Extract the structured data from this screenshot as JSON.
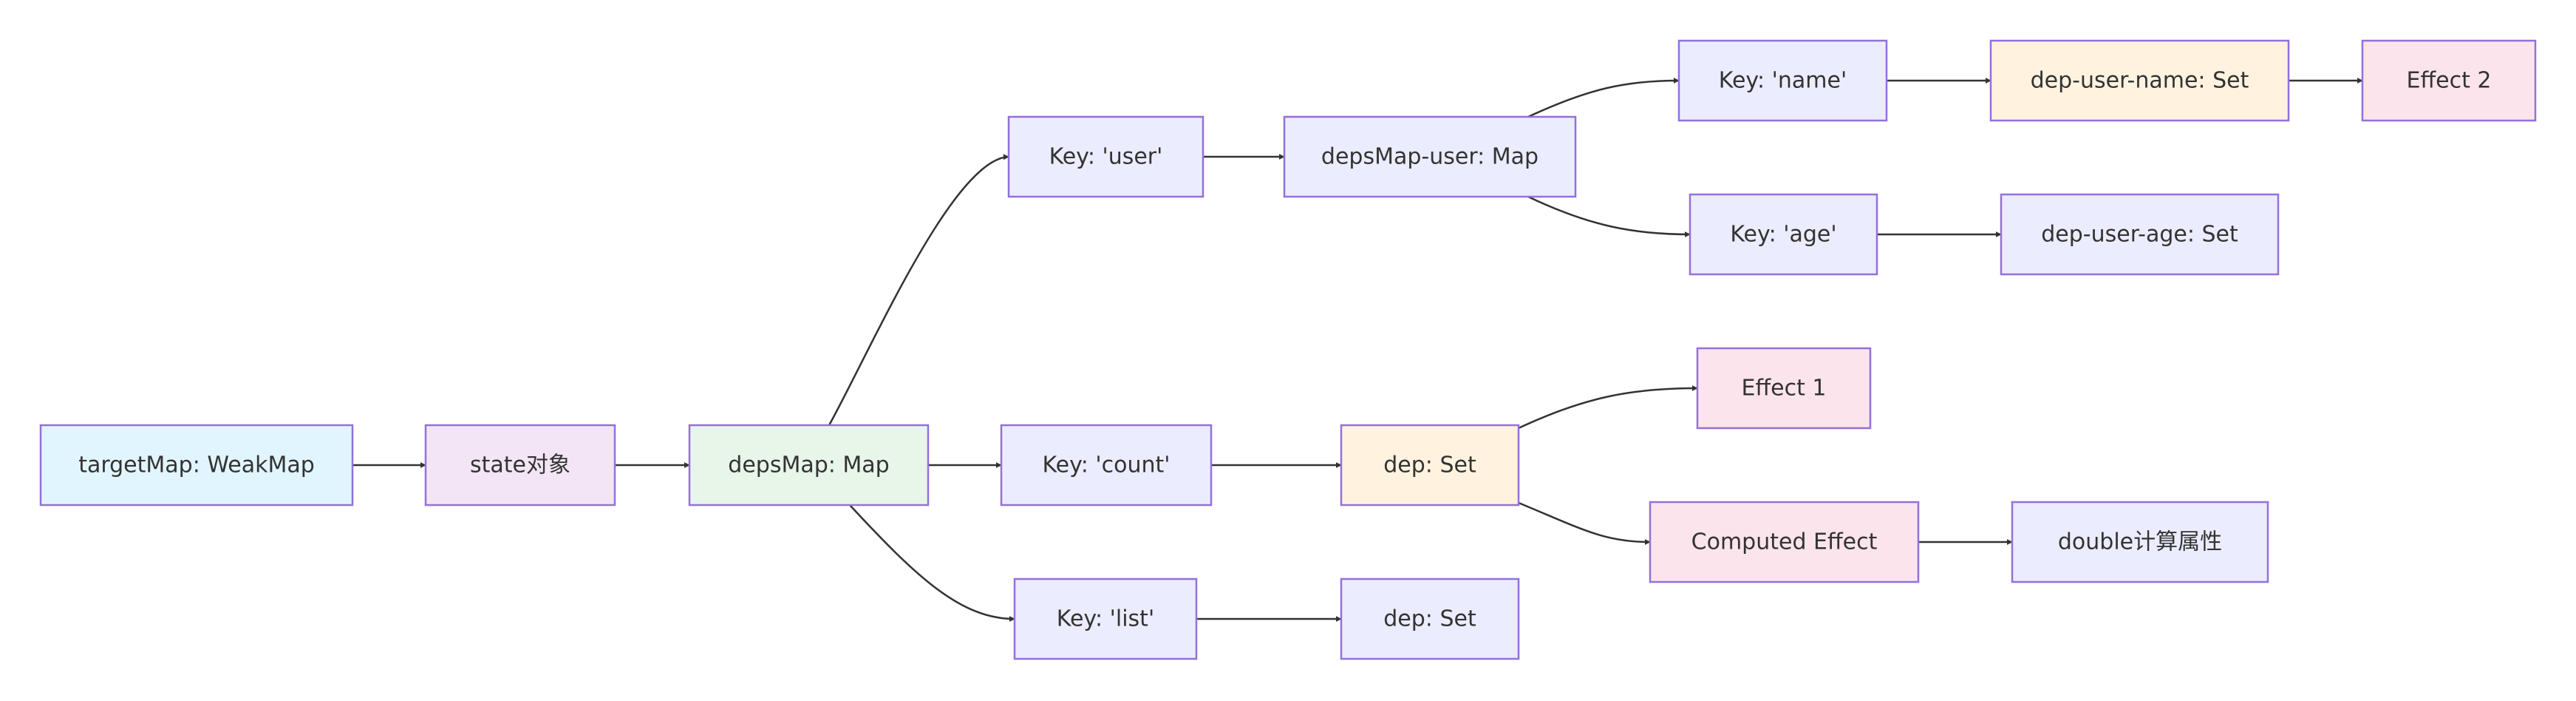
{
  "colors": {
    "border": "#9370DB",
    "edge": "#333333",
    "text": "#333333",
    "blue": "#E1F5FE",
    "purple": "#F3E5F5",
    "green": "#E8F5E9",
    "orange": "#FFF3E0",
    "pink": "#FCE4EC",
    "default": "#ECECFF"
  },
  "nodes": [
    {
      "id": "targetMap",
      "label": "targetMap: WeakMap",
      "fill": "blue"
    },
    {
      "id": "state",
      "label": "state对象",
      "fill": "purple"
    },
    {
      "id": "depsMap",
      "label": "depsMap: Map",
      "fill": "green"
    },
    {
      "id": "keyUser",
      "label": "Key: 'user'",
      "fill": "default"
    },
    {
      "id": "depsMapUser",
      "label": "depsMap-user: Map",
      "fill": "default"
    },
    {
      "id": "keyName",
      "label": "Key: 'name'",
      "fill": "default"
    },
    {
      "id": "depUserName",
      "label": "dep-user-name: Set",
      "fill": "orange"
    },
    {
      "id": "effect2",
      "label": "Effect 2",
      "fill": "pink"
    },
    {
      "id": "keyAge",
      "label": "Key: 'age'",
      "fill": "default"
    },
    {
      "id": "depUserAge",
      "label": "dep-user-age: Set",
      "fill": "default"
    },
    {
      "id": "keyCount",
      "label": "Key: 'count'",
      "fill": "default"
    },
    {
      "id": "depSet",
      "label": "dep: Set",
      "fill": "orange"
    },
    {
      "id": "effect1",
      "label": "Effect 1",
      "fill": "pink"
    },
    {
      "id": "computedEffect",
      "label": "Computed Effect",
      "fill": "pink"
    },
    {
      "id": "double",
      "label": "double计算属性",
      "fill": "default"
    },
    {
      "id": "keyList",
      "label": "Key: 'list'",
      "fill": "default"
    },
    {
      "id": "depSetList",
      "label": "dep: Set",
      "fill": "default"
    }
  ],
  "edges": [
    {
      "from": "targetMap",
      "to": "state"
    },
    {
      "from": "state",
      "to": "depsMap"
    },
    {
      "from": "depsMap",
      "to": "keyUser"
    },
    {
      "from": "depsMap",
      "to": "keyCount"
    },
    {
      "from": "depsMap",
      "to": "keyList"
    },
    {
      "from": "keyUser",
      "to": "depsMapUser"
    },
    {
      "from": "depsMapUser",
      "to": "keyName"
    },
    {
      "from": "depsMapUser",
      "to": "keyAge"
    },
    {
      "from": "keyName",
      "to": "depUserName"
    },
    {
      "from": "depUserName",
      "to": "effect2"
    },
    {
      "from": "keyAge",
      "to": "depUserAge"
    },
    {
      "from": "keyCount",
      "to": "depSet"
    },
    {
      "from": "depSet",
      "to": "effect1"
    },
    {
      "from": "depSet",
      "to": "computedEffect"
    },
    {
      "from": "computedEffect",
      "to": "double"
    },
    {
      "from": "keyList",
      "to": "depSetList"
    }
  ]
}
